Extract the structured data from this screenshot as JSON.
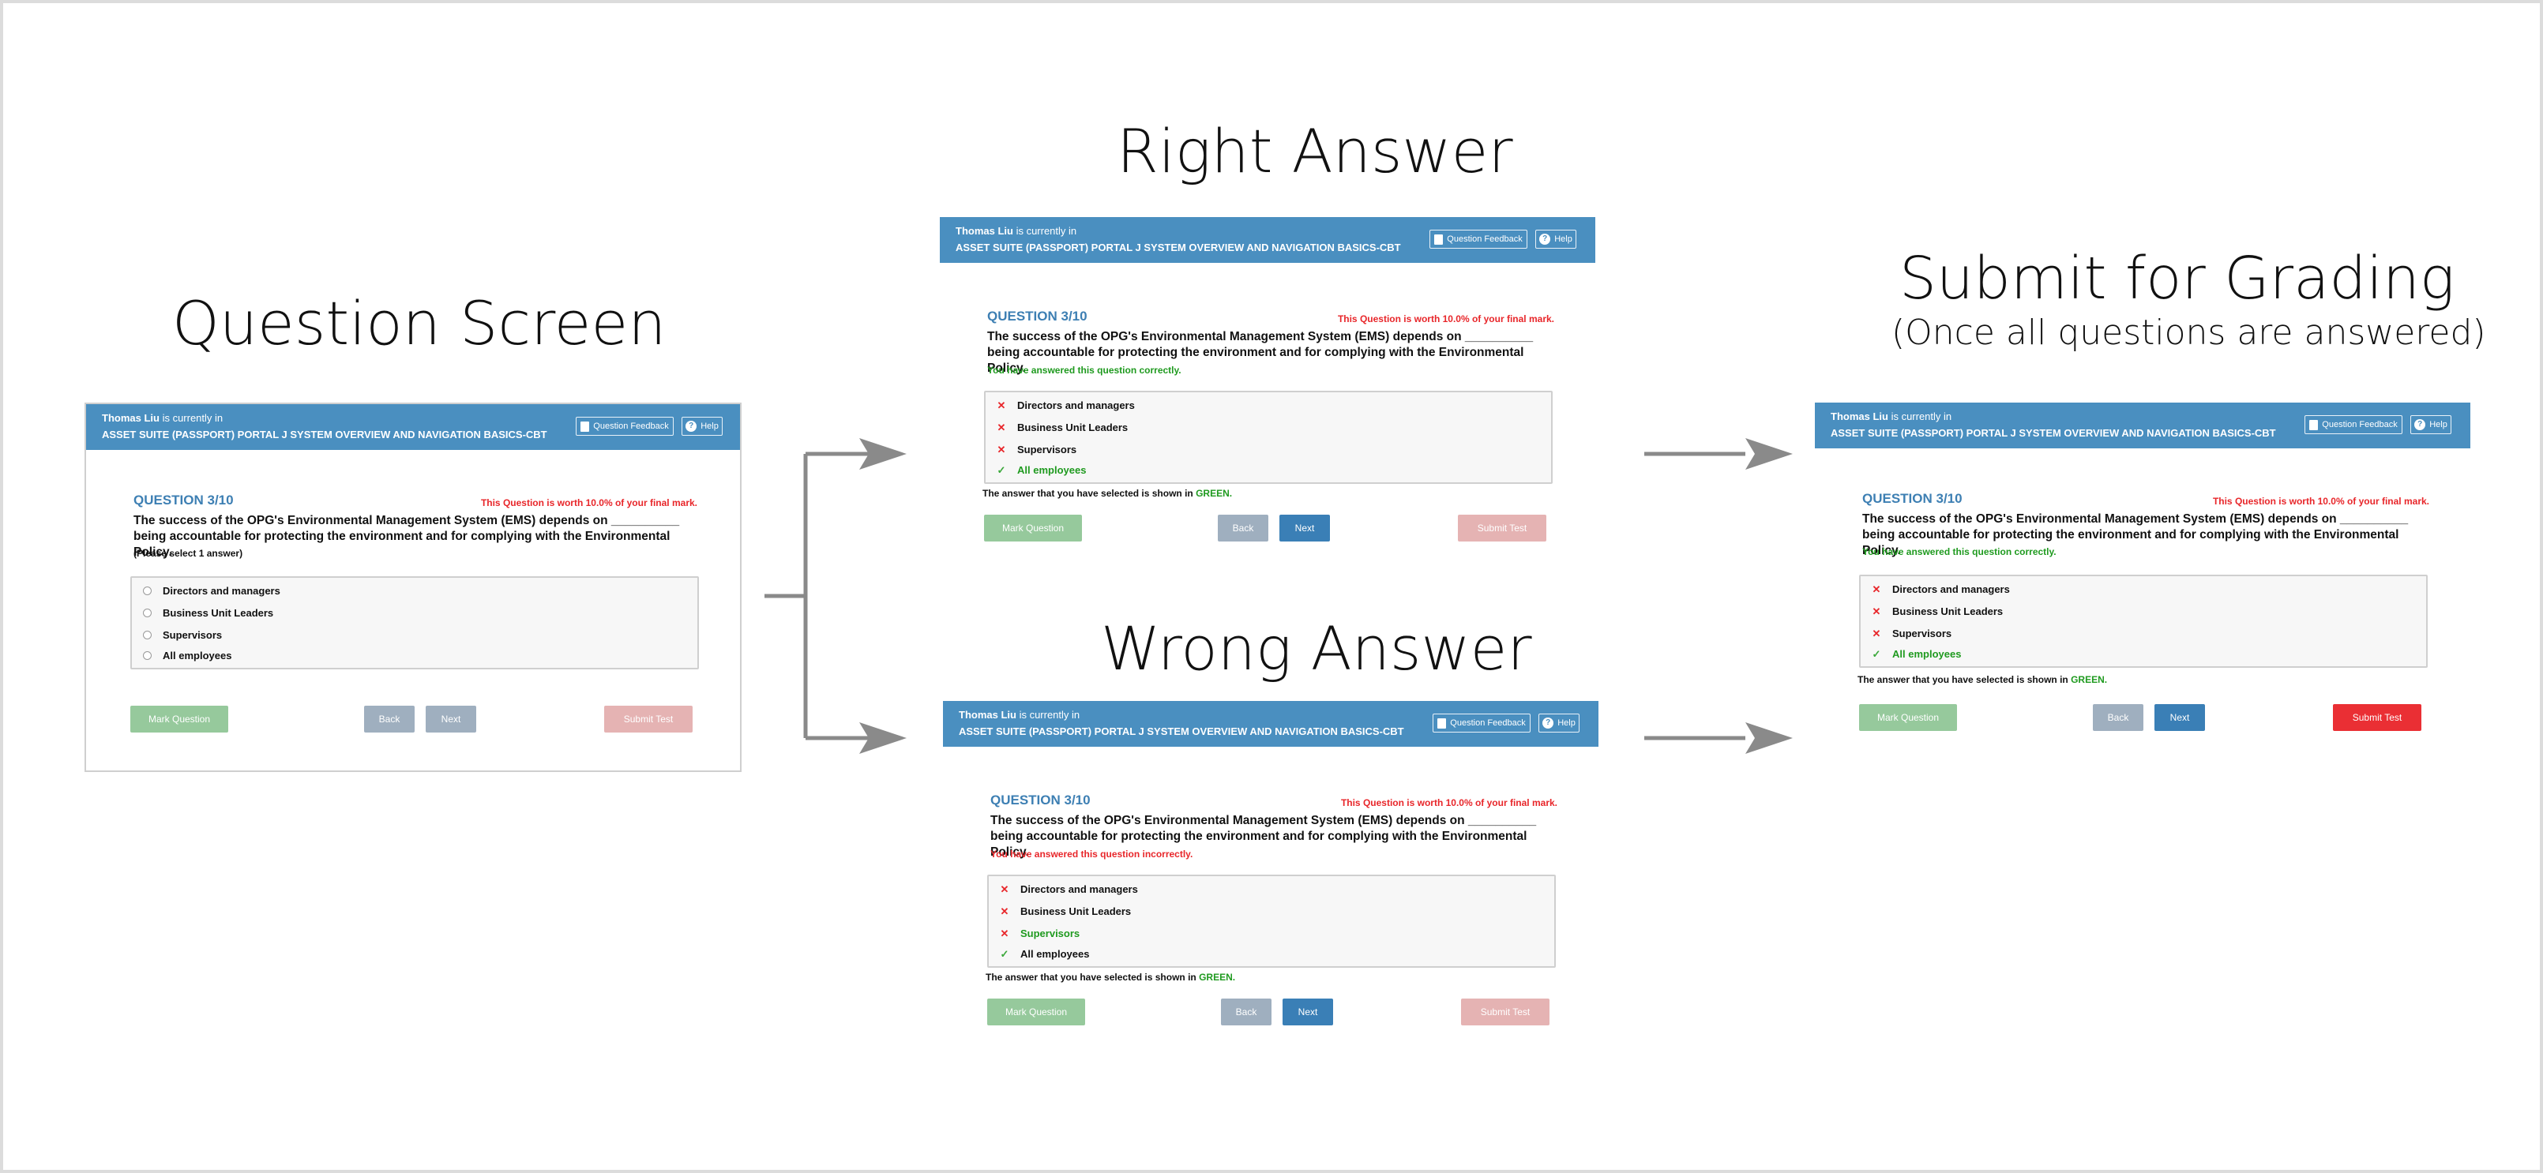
{
  "titles": {
    "question_screen": "Question Screen",
    "right_answer": "Right Answer",
    "wrong_answer": "Wrong Answer",
    "submit_for_grading": "Submit for Grading",
    "submit_subtitle": "(Once all questions are answered)"
  },
  "common": {
    "user": "Thomas Liu",
    "currently_in": " is currently in",
    "course": "ASSET SUITE (PASSPORT) PORTAL J SYSTEM OVERVIEW AND NAVIGATION BASICS-CBT",
    "feedback_btn": "Question Feedback",
    "help_btn": "Help",
    "question_number": "QUESTION 3/10",
    "worth": "This Question is worth 10.0% of your final mark.",
    "question_text": "The success of the OPG's Environmental Management System (EMS) depends on __________ being accountable for protecting the environment and for complying with the Environmental Policy.",
    "select_note": "(Please select 1 answer)",
    "correct_note": "You have answered this question correctly.",
    "incorrect_note": "You have answered this question incorrectly.",
    "selected_prefix": "The answer that you have selected is shown in ",
    "selected_color_word": "GREEN.",
    "answers": [
      "Directors and managers",
      "Business Unit Leaders",
      "Supervisors",
      "All employees"
    ],
    "mark_btn": "Mark Question",
    "back_btn": "Back",
    "next_btn": "Next",
    "submit_btn": "Submit Test"
  },
  "colors": {
    "header_blue": "#4a8fc0",
    "question_blue": "#3d7fb3",
    "correct_green": "#1f9a1f",
    "error_red": "#e8262a",
    "submit_active": "#ea2f34",
    "arrow_gray": "#8a8a8a"
  }
}
